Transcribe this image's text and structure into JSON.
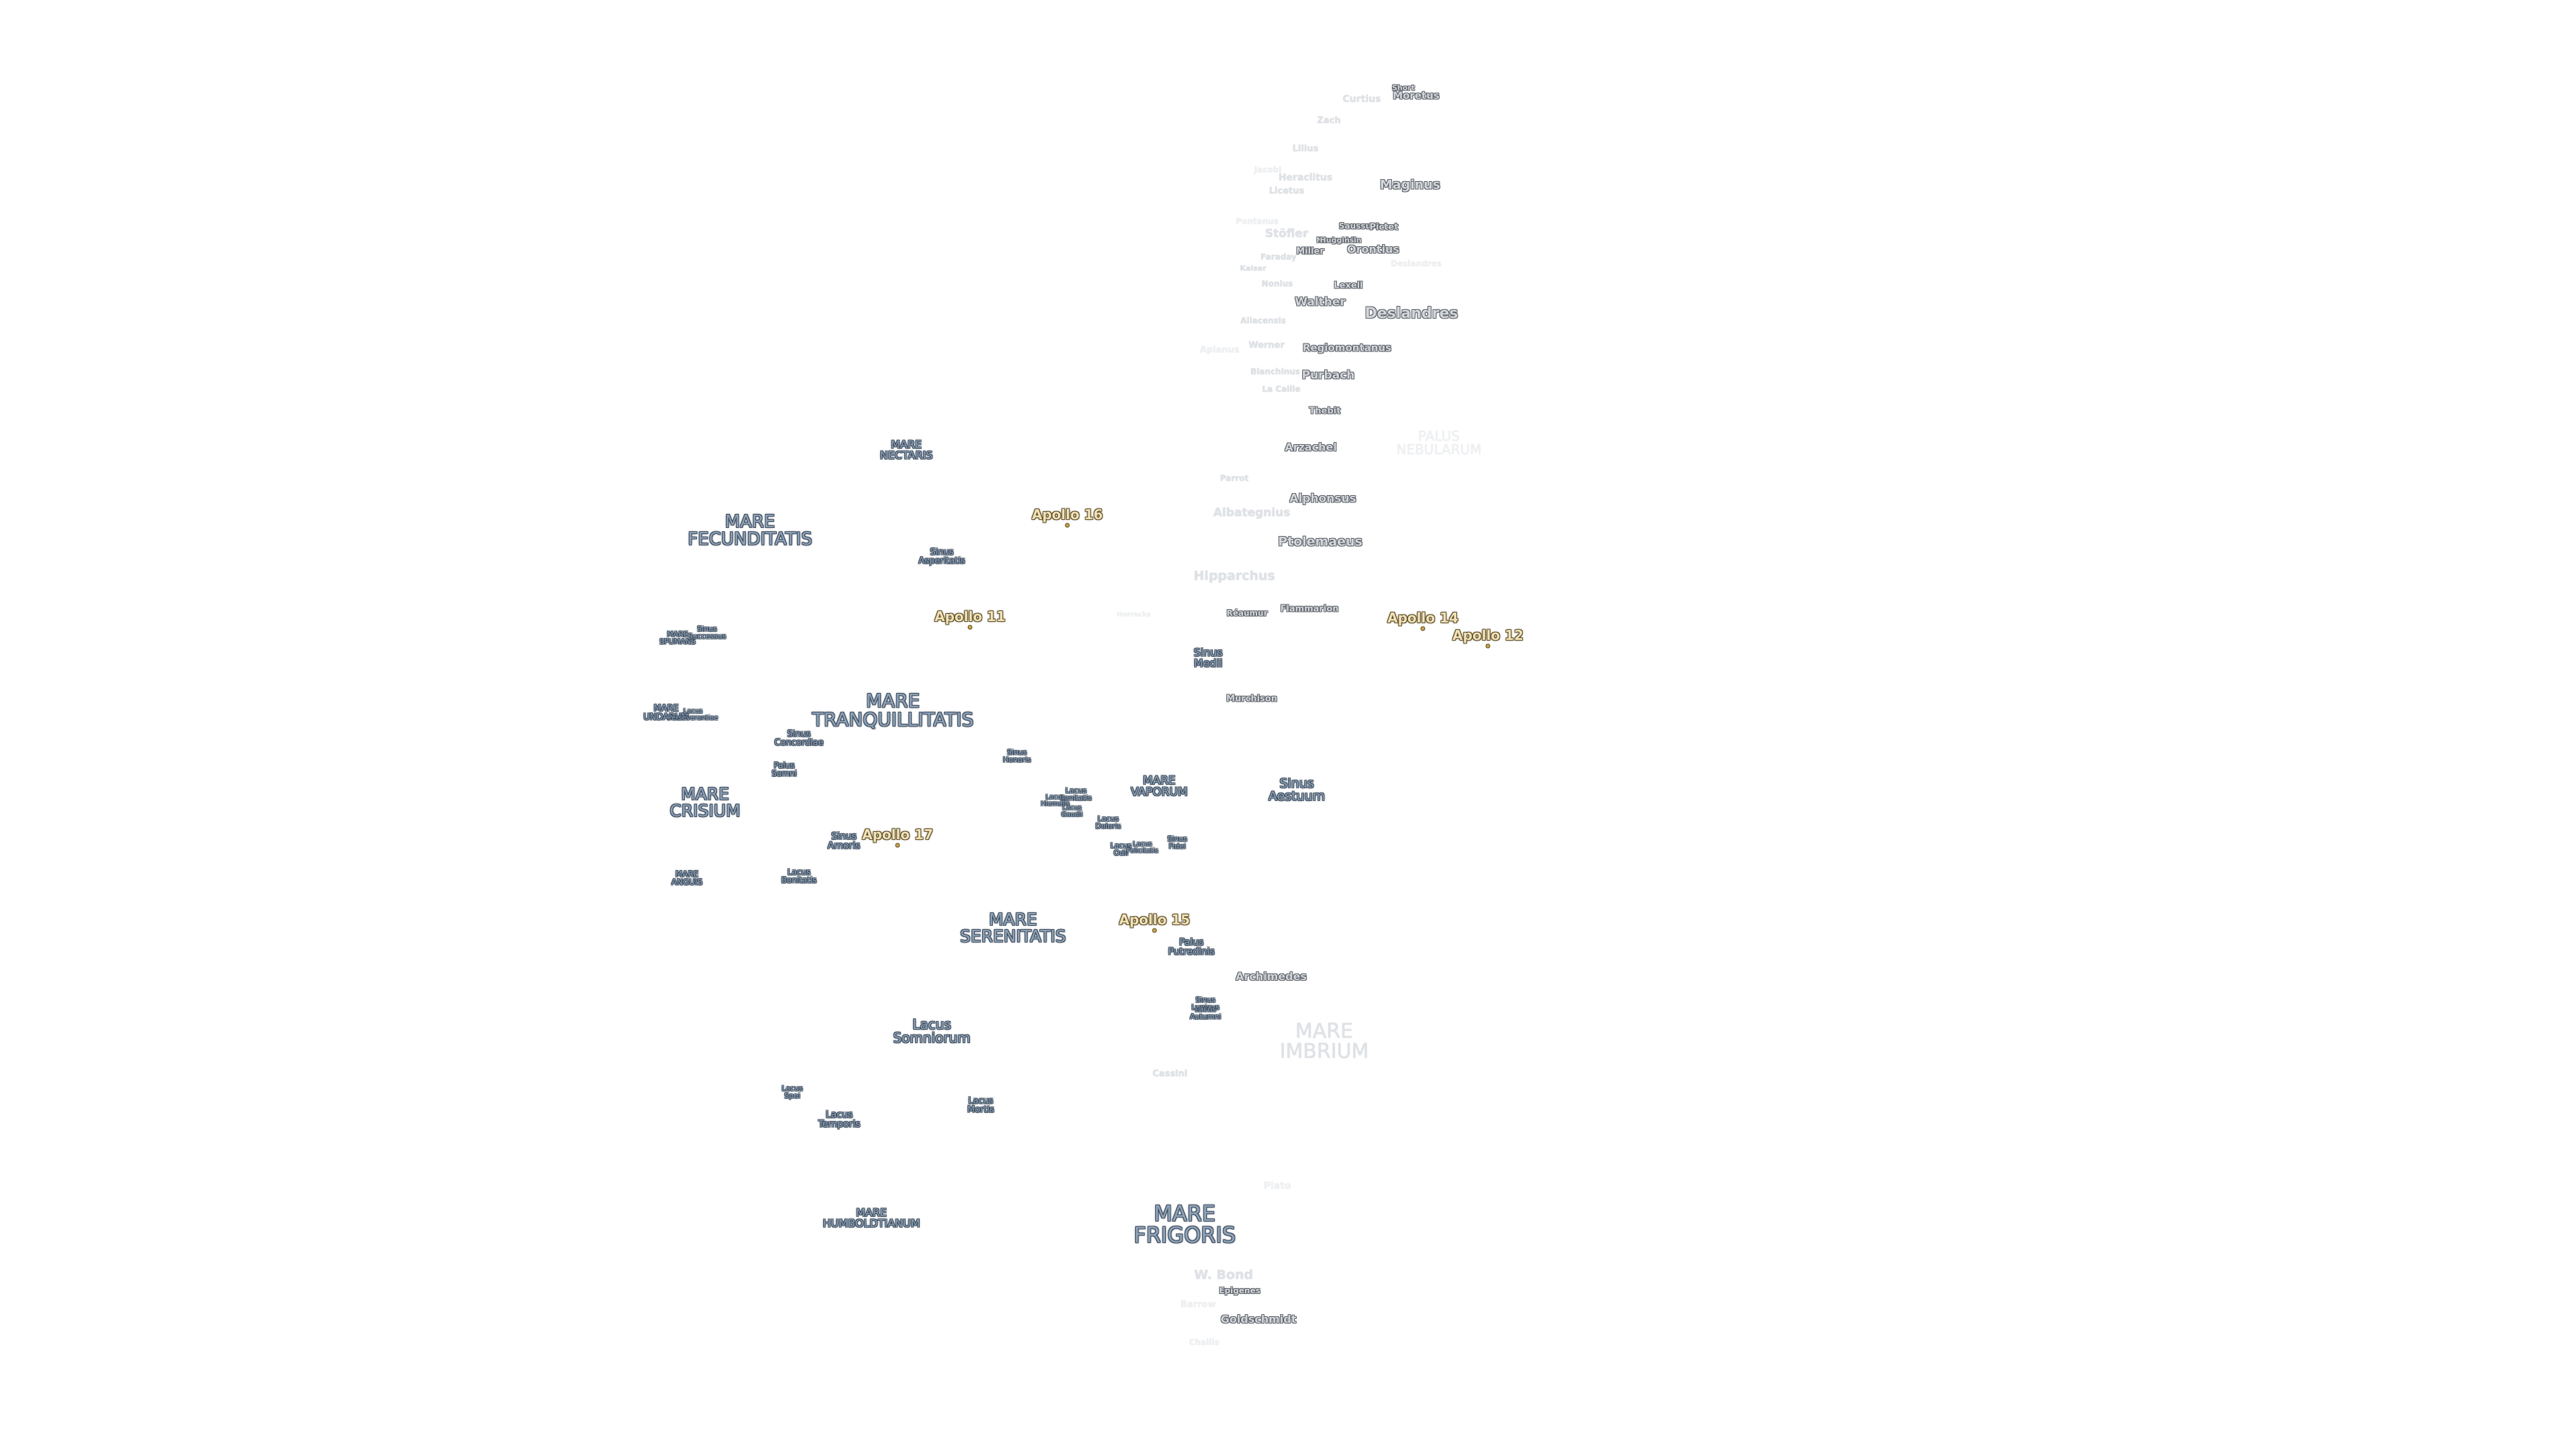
{
  "labels": [
    {
      "text": "MARE\nNECTARIS",
      "cls": "mare",
      "size": 16
    },
    {
      "text": "MARE\nFECUNDITATIS",
      "cls": "mare",
      "size": 26
    },
    {
      "text": "Sinus\nAsperitatis",
      "cls": "mare",
      "size": 13
    },
    {
      "text": "MARE\nSPUMANS",
      "cls": "mare",
      "size": 11
    },
    {
      "text": "Sinus\nSuccessus",
      "cls": "mare",
      "size": 11
    },
    {
      "text": "MARE\nUNDARUM",
      "cls": "mare",
      "size": 13
    },
    {
      "text": "Lacus\nPerseverantiae",
      "cls": "mare",
      "size": 10
    },
    {
      "text": "MARE\nTRANQUILLITATIS",
      "cls": "mare",
      "size": 28
    },
    {
      "text": "Sinus\nConcordiae",
      "cls": "mare",
      "size": 13
    },
    {
      "text": "Palus\nSomni",
      "cls": "mare",
      "size": 12
    },
    {
      "text": "MARE\nCRISIUM",
      "cls": "mare",
      "size": 25
    },
    {
      "text": "Sinus\nAmoris",
      "cls": "mare",
      "size": 14
    },
    {
      "text": "MARE\nANGUIS",
      "cls": "mare",
      "size": 12
    },
    {
      "text": "Lacus\nBonitatis",
      "cls": "mare",
      "size": 12
    },
    {
      "text": "Sinus\nHonoris",
      "cls": "mare",
      "size": 11
    },
    {
      "text": "Lacus\nLenitatis",
      "cls": "mare",
      "size": 11
    },
    {
      "text": "Lacus\nHiemalis",
      "cls": "mare",
      "size": 10
    },
    {
      "text": "Lacus\nGaudii",
      "cls": "mare",
      "size": 10
    },
    {
      "text": "Lacus\nDoloris",
      "cls": "mare",
      "size": 11
    },
    {
      "text": "MARE\nVAPORUM",
      "cls": "mare",
      "size": 17
    },
    {
      "text": "Lacus\nOdii",
      "cls": "mare",
      "size": 11
    },
    {
      "text": "Lacus\nFelicitatis",
      "cls": "mare",
      "size": 10
    },
    {
      "text": "Sinus\nFidei",
      "cls": "mare",
      "size": 11
    },
    {
      "text": "Sinus\nAestuum",
      "cls": "mare",
      "size": 19
    },
    {
      "text": "Sinus\nMedii",
      "cls": "mare",
      "size": 16
    },
    {
      "text": "MARE\nSERENITATIS",
      "cls": "mare",
      "size": 25
    },
    {
      "text": "Palus\nPutredinis",
      "cls": "mare",
      "size": 14
    },
    {
      "text": "Sinus\nLunicus",
      "cls": "mare",
      "size": 11
    },
    {
      "text": "Lacus\nAutumni",
      "cls": "mare",
      "size": 11
    },
    {
      "text": "MARE\nIMBRIUM",
      "cls": "mare faded",
      "size": 30
    },
    {
      "text": "Lacus\nSomniorum",
      "cls": "mare",
      "size": 20
    },
    {
      "text": "Lacus\nSpei",
      "cls": "mare",
      "size": 11
    },
    {
      "text": "Lacus\nTemporis",
      "cls": "mare",
      "size": 14
    },
    {
      "text": "Lacus\nMortis",
      "cls": "mare",
      "size": 13
    },
    {
      "text": "MARE\nHUMBOLDTIANUM",
      "cls": "mare",
      "size": 16
    },
    {
      "text": "MARE\nFRIGORIS",
      "cls": "mare",
      "size": 32
    },
    {
      "text": "PALUS\nNEBULARUM",
      "cls": "mare ghost",
      "size": 20
    },
    {
      "text": "Apollo 16",
      "cls": "apollo",
      "size": 20,
      "marker": true
    },
    {
      "text": "Apollo 11",
      "cls": "apollo",
      "size": 20,
      "marker": true
    },
    {
      "text": "Apollo 14",
      "cls": "apollo",
      "size": 20,
      "marker": true
    },
    {
      "text": "Apollo 12",
      "cls": "apollo",
      "size": 20,
      "marker": true
    },
    {
      "text": "Apollo 17",
      "cls": "apollo",
      "size": 20,
      "marker": true
    },
    {
      "text": "Apollo 15",
      "cls": "apollo",
      "size": 20,
      "marker": true
    },
    {
      "text": "Short",
      "cls": "crater",
      "size": 11
    },
    {
      "text": "Moretus",
      "cls": "crater",
      "size": 15
    },
    {
      "text": "Curtius",
      "cls": "crater faded",
      "size": 14
    },
    {
      "text": "Zach",
      "cls": "crater faded",
      "size": 13
    },
    {
      "text": "Lilius",
      "cls": "crater faded",
      "size": 13
    },
    {
      "text": "Jacobi",
      "cls": "crater ghost",
      "size": 12
    },
    {
      "text": "Heraclitus",
      "cls": "crater faded",
      "size": 14
    },
    {
      "text": "Maginus",
      "cls": "crater",
      "size": 19
    },
    {
      "text": "Licetus",
      "cls": "crater faded",
      "size": 13
    },
    {
      "text": "Pontanus",
      "cls": "crater ghost",
      "size": 12
    },
    {
      "text": "Stöfler",
      "cls": "crater faded",
      "size": 17
    },
    {
      "text": "Saussure",
      "cls": "crater",
      "size": 12
    },
    {
      "text": "Pictet",
      "cls": "crater",
      "size": 13
    },
    {
      "text": "Nasireddin",
      "cls": "crater",
      "size": 11
    },
    {
      "text": "Huggins",
      "cls": "crater",
      "size": 11
    },
    {
      "text": "Faraday",
      "cls": "crater faded",
      "size": 12
    },
    {
      "text": "Miller",
      "cls": "crater",
      "size": 13
    },
    {
      "text": "Orontius",
      "cls": "crater",
      "size": 16
    },
    {
      "text": "Deslandres",
      "cls": "crater ghost",
      "size": 12
    },
    {
      "text": "Kaiser",
      "cls": "crater faded",
      "size": 11
    },
    {
      "text": "Nonius",
      "cls": "crater faded",
      "size": 12
    },
    {
      "text": "Lexell",
      "cls": "crater",
      "size": 13
    },
    {
      "text": "Walther",
      "cls": "crater",
      "size": 17
    },
    {
      "text": "Deslandres",
      "cls": "crater",
      "size": 22
    },
    {
      "text": "Aliacensis",
      "cls": "crater faded",
      "size": 12
    },
    {
      "text": "Apianus",
      "cls": "crater ghost",
      "size": 13
    },
    {
      "text": "Werner",
      "cls": "crater faded",
      "size": 13
    },
    {
      "text": "Regiomontanus",
      "cls": "crater",
      "size": 15
    },
    {
      "text": "Blanchinus",
      "cls": "crater faded",
      "size": 12
    },
    {
      "text": "Purbach",
      "cls": "crater",
      "size": 17
    },
    {
      "text": "La Caille",
      "cls": "crater faded",
      "size": 12
    },
    {
      "text": "Thebit",
      "cls": "crater",
      "size": 13
    },
    {
      "text": "Arzachel",
      "cls": "crater",
      "size": 16
    },
    {
      "text": "Parrot",
      "cls": "crater faded",
      "size": 12
    },
    {
      "text": "Alphonsus",
      "cls": "crater",
      "size": 17
    },
    {
      "text": "Albategnius",
      "cls": "crater faded",
      "size": 17
    },
    {
      "text": "Ptolemaeus",
      "cls": "crater",
      "size": 19
    },
    {
      "text": "Hipparchus",
      "cls": "crater faded",
      "size": 19
    },
    {
      "text": "Réaumur",
      "cls": "crater",
      "size": 12
    },
    {
      "text": "Flammarion",
      "cls": "crater",
      "size": 13
    },
    {
      "text": "Horrocks",
      "cls": "crater ghost",
      "size": 10
    },
    {
      "text": "Murchison",
      "cls": "crater",
      "size": 13
    },
    {
      "text": "Archimedes",
      "cls": "crater",
      "size": 16
    },
    {
      "text": "Cassini",
      "cls": "crater faded",
      "size": 13
    },
    {
      "text": "Plato",
      "cls": "crater ghost",
      "size": 14
    },
    {
      "text": "W. Bond",
      "cls": "crater faded",
      "size": 19
    },
    {
      "text": "Epigenes",
      "cls": "crater",
      "size": 12
    },
    {
      "text": "Barrow",
      "cls": "crater ghost",
      "size": 13
    },
    {
      "text": "Goldschmidt",
      "cls": "crater",
      "size": 16
    },
    {
      "text": "Challis",
      "cls": "crater ghost",
      "size": 12
    }
  ]
}
